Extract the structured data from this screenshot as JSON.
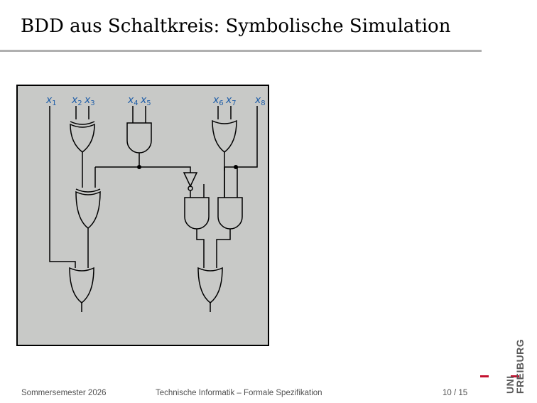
{
  "slide": {
    "title": "BDD aus Schaltkreis: Symbolische Simulation"
  },
  "diagram": {
    "background": "#c8c9c7",
    "label_color": "#1f5ea8",
    "inputs": [
      {
        "id": "x1",
        "var": "x",
        "sub": "1"
      },
      {
        "id": "x2",
        "var": "x",
        "sub": "2"
      },
      {
        "id": "x3",
        "var": "x",
        "sub": "3"
      },
      {
        "id": "x4",
        "var": "x",
        "sub": "4"
      },
      {
        "id": "x5",
        "var": "x",
        "sub": "5"
      },
      {
        "id": "x6",
        "var": "x",
        "sub": "6"
      },
      {
        "id": "x7",
        "var": "x",
        "sub": "7"
      },
      {
        "id": "x8",
        "var": "x",
        "sub": "8"
      }
    ]
  },
  "footer": {
    "left": "Sommersemester 2026",
    "center": "Technische Informatik – Formale Spezifikation",
    "page": "10 / 15"
  },
  "logo": {
    "uni": "UNI",
    "freiburg": "FREIBURG",
    "accent_color": "#c4112f"
  }
}
